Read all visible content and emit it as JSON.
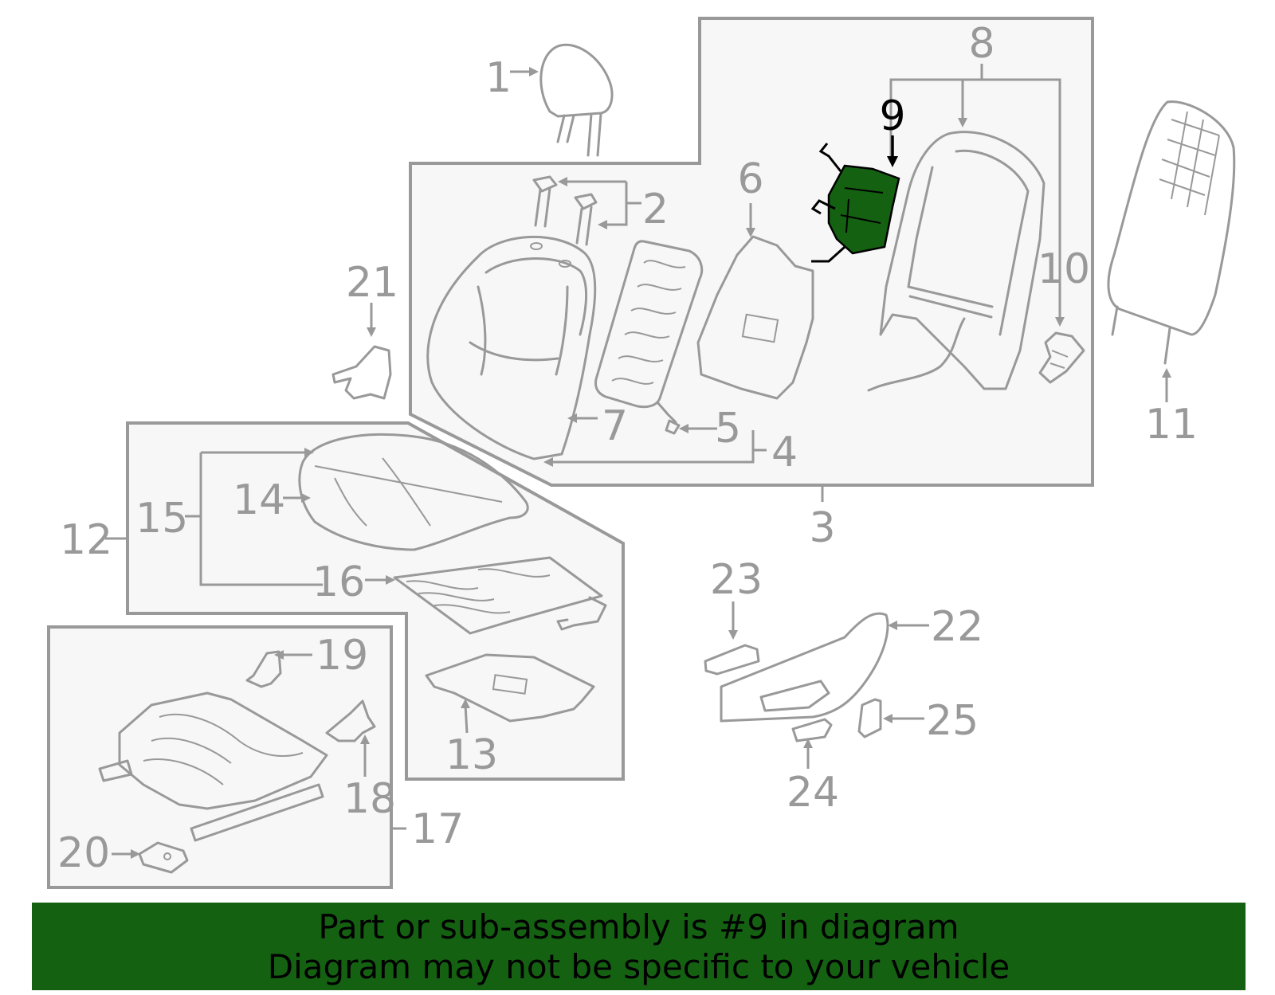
{
  "callouts": [
    "1",
    "2",
    "3",
    "4",
    "5",
    "6",
    "7",
    "8",
    "9",
    "10",
    "11",
    "12",
    "13",
    "14",
    "15",
    "16",
    "17",
    "18",
    "19",
    "20",
    "21",
    "22",
    "23",
    "24",
    "25"
  ],
  "highlight": {
    "callout": "9",
    "color": "#156112",
    "label_color": "#000000"
  },
  "colors": {
    "line": "#999999",
    "group_fill": "#f7f7f7",
    "banner_bg": "#156112"
  },
  "banner": {
    "line1": "Part or sub-assembly is #9 in diagram",
    "line2": "Diagram may not be specific to your vehicle"
  }
}
